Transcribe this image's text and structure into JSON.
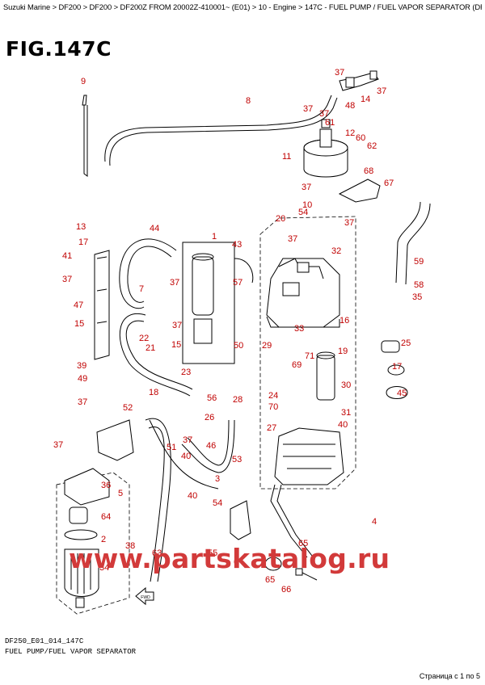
{
  "breadcrumb": "Suzuki Marine > DF200 > DF200 > DF200Z FROM 20002Z-410001~ (E01) > 10 - Engine > 147C - FUEL PUMP / FUEL VAPOR SEPARATOR (DF200Z:E01)",
  "figure": {
    "title": "FIG.147C"
  },
  "callouts": [
    "9",
    "8",
    "37",
    "14",
    "37",
    "48",
    "37",
    "61",
    "37",
    "12",
    "60",
    "62",
    "11",
    "68",
    "37",
    "67",
    "10",
    "54",
    "37",
    "20",
    "37",
    "44",
    "1",
    "43",
    "13",
    "17",
    "33",
    "32",
    "59",
    "41",
    "37",
    "7",
    "37",
    "57",
    "58",
    "35",
    "47",
    "37",
    "22",
    "16",
    "15",
    "15",
    "50",
    "21",
    "29",
    "71",
    "25",
    "19",
    "39",
    "23",
    "69",
    "17",
    "49",
    "18",
    "37",
    "56",
    "28",
    "24",
    "30",
    "70",
    "45",
    "52",
    "26",
    "31",
    "27",
    "40",
    "37",
    "51",
    "53",
    "40",
    "46",
    "37",
    "3",
    "36",
    "40",
    "5",
    "64",
    "54",
    "4",
    "2",
    "38",
    "63",
    "55",
    "65",
    "6",
    "34",
    "65",
    "66"
  ],
  "watermark": "www.partskatalog.ru",
  "caption": {
    "line1": "DF250_E01_014_147C",
    "line2": "FUEL PUMP/FUEL VAPOR SEPARATOR"
  },
  "pager": "Страница с 1 по 5"
}
